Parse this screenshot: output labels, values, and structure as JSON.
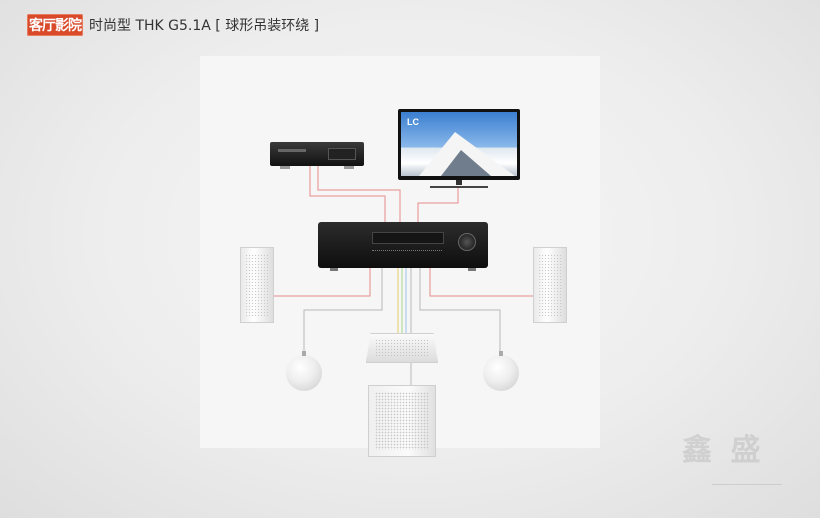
{
  "header": {
    "brand_mark": "客厅影院",
    "title": "时尚型 THK G5.1A [ 球形吊装环绕 ]"
  },
  "devices": {
    "tv_logo": "LC"
  },
  "colors": {
    "wire_red": "#e88b8b",
    "wire_gray": "#b8b8b8",
    "wire_yellow": "#e6cf6a",
    "wire_green": "#a8d88a",
    "wire_blue": "#9cc4e6",
    "brand_bg": "#d84a2a"
  },
  "watermark": "鑫 盛"
}
